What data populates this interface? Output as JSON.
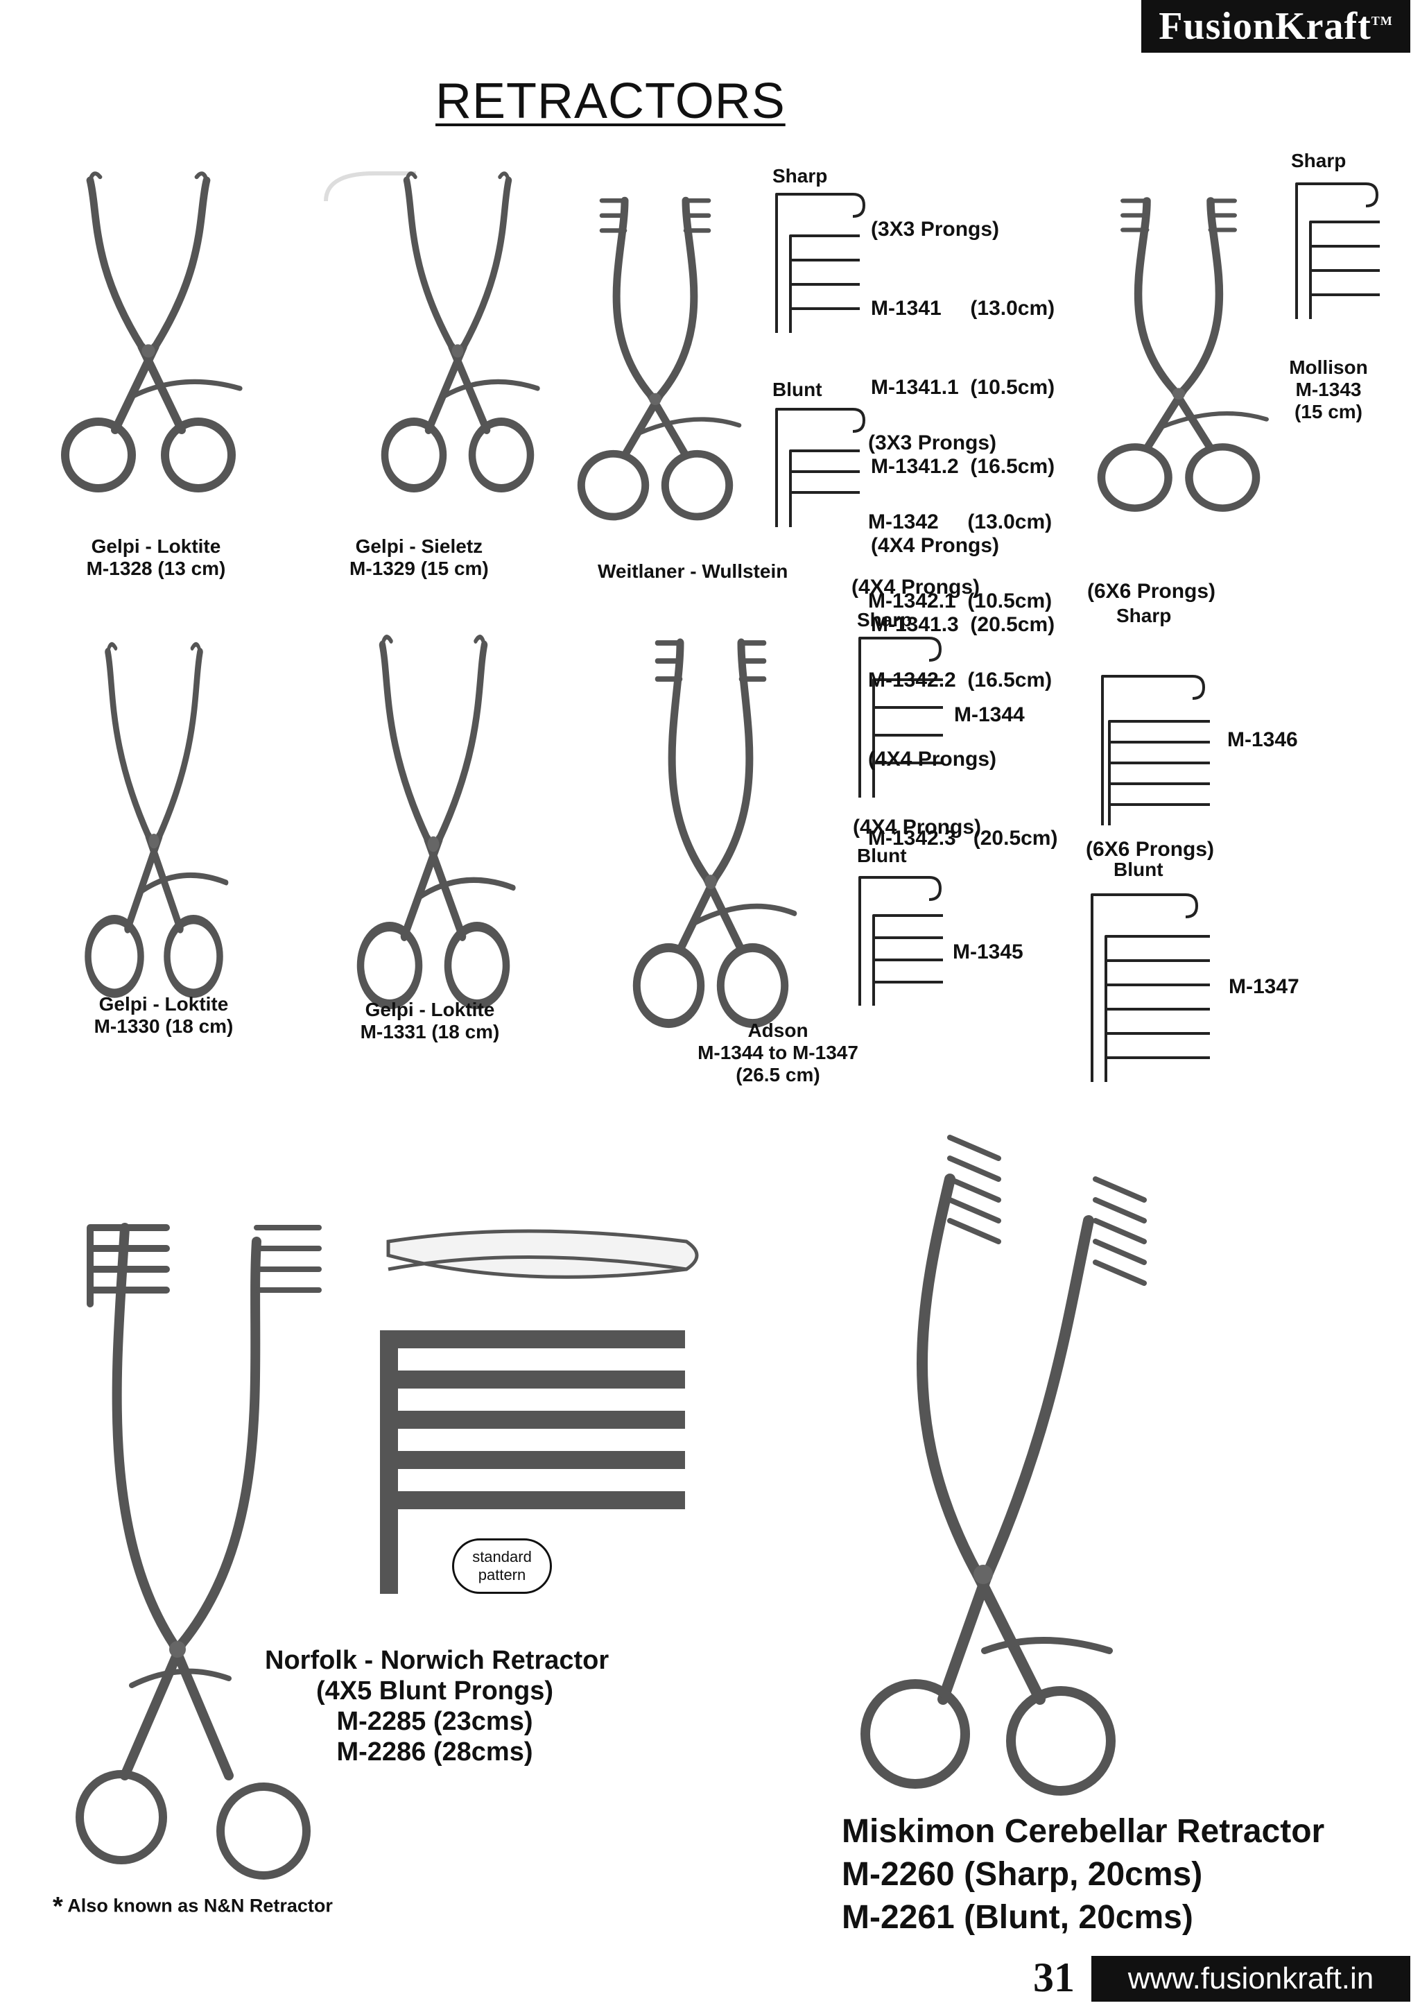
{
  "brand": {
    "name": "FusionKraft",
    "tm": "TM"
  },
  "title": "RETRACTORS",
  "products": {
    "gelpi_1328": {
      "name": "Gelpi - Loktite",
      "code": "M-1328 (13 cm)"
    },
    "gelpi_1329": {
      "name": "Gelpi - Sieletz",
      "code": "M-1329 (15 cm)"
    },
    "weitlaner": {
      "name": "Weitlaner - Wullstein"
    },
    "mollison": {
      "name": "Mollison",
      "code": "M-1343",
      "size": "(15 cm)"
    },
    "gelpi_1330": {
      "name": "Gelpi - Loktite",
      "code": "M-1330 (18 cm)"
    },
    "gelpi_1331": {
      "name": "Gelpi - Loktite",
      "code": "M-1331 (18 cm)"
    },
    "adson": {
      "name": "Adson",
      "code": "M-1344 to M-1347",
      "size": "(26.5 cm)"
    }
  },
  "weitlaner_sharp": {
    "tip": "Sharp",
    "lines": [
      "(3X3 Prongs)",
      "M-1341     (13.0cm)",
      "M-1341.1  (10.5cm)",
      "M-1341.2  (16.5cm)",
      "(4X4 Prongs)",
      "M-1341.3  (20.5cm)"
    ]
  },
  "weitlaner_blunt": {
    "tip": "Blunt",
    "lines": [
      "(3X3 Prongs)",
      "M-1342     (13.0cm)",
      "M-1342.1  (10.5cm)",
      "M-1342.2  (16.5cm)",
      "(4X4 Prongs)",
      "M-1342.3   (20.5cm)"
    ]
  },
  "mollison_tip": "Sharp",
  "adson_variants": {
    "m1344": {
      "prongs": "(4X4 Prongs)",
      "tip": "Sharp",
      "code": "M-1344"
    },
    "m1345": {
      "prongs": "(4X4 Prongs)",
      "tip": "Blunt",
      "code": "M-1345"
    },
    "m1346": {
      "prongs": "(6X6 Prongs)",
      "tip": "Sharp",
      "code": "M-1346"
    },
    "m1347": {
      "prongs": "(6X6 Prongs)",
      "tip": "Blunt",
      "code": "M-1347"
    }
  },
  "standard_pattern": "standard\npattern",
  "norfolk": {
    "name": "Norfolk - Norwich Retractor",
    "prongs": "(4X5 Blunt Prongs)",
    "code1": "M-2285 (23cms)",
    "code2": "M-2286 (28cms)"
  },
  "norfolk_note": "Also known as N&N Retractor",
  "miskimon": {
    "name": "Miskimon Cerebellar Retractor",
    "code1": "M-2260 (Sharp, 20cms)",
    "code2": "M-2261 (Blunt, 20cms)"
  },
  "footer": {
    "page": "31",
    "url": "www.fusionkraft.in"
  }
}
